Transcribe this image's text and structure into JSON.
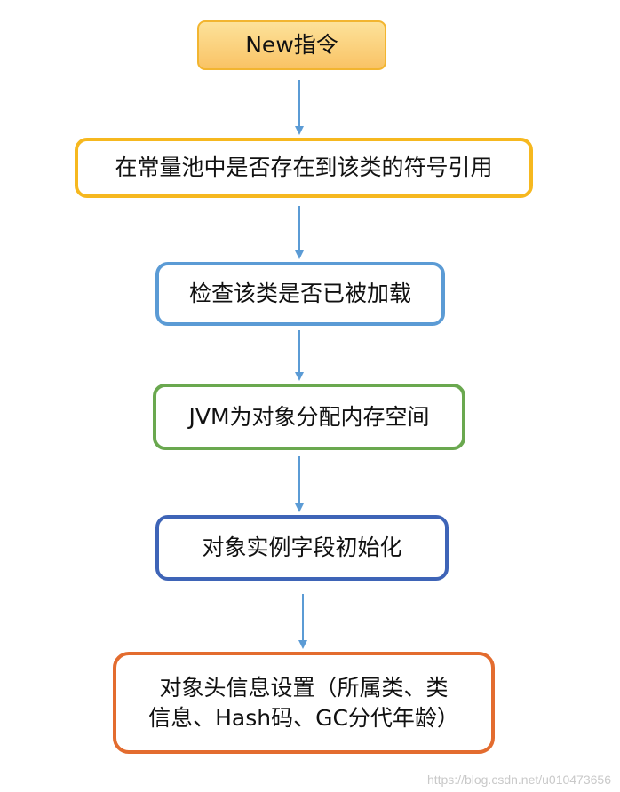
{
  "flow": {
    "steps": [
      {
        "lines": [
          "New指令"
        ],
        "border": "#f2b530",
        "fill": "#fbd27c"
      },
      {
        "lines": [
          "在常量池中是否存在到该类的符号引用"
        ],
        "border": "#f6b81f"
      },
      {
        "lines": [
          "检查该类是否已被加载"
        ],
        "border": "#5b9bd5"
      },
      {
        "lines": [
          "JVM为对象分配内存空间"
        ],
        "border": "#6aa84f"
      },
      {
        "lines": [
          "对象实例字段初始化"
        ],
        "border": "#3e64b7"
      },
      {
        "lines": [
          "对象头信息设置（所属类、类",
          "信息、Hash码、GC分代年龄）"
        ],
        "border": "#e36c2f"
      }
    ],
    "arrow_color": "#5b9bd5"
  },
  "watermark": "https://blog.csdn.net/u010473656"
}
